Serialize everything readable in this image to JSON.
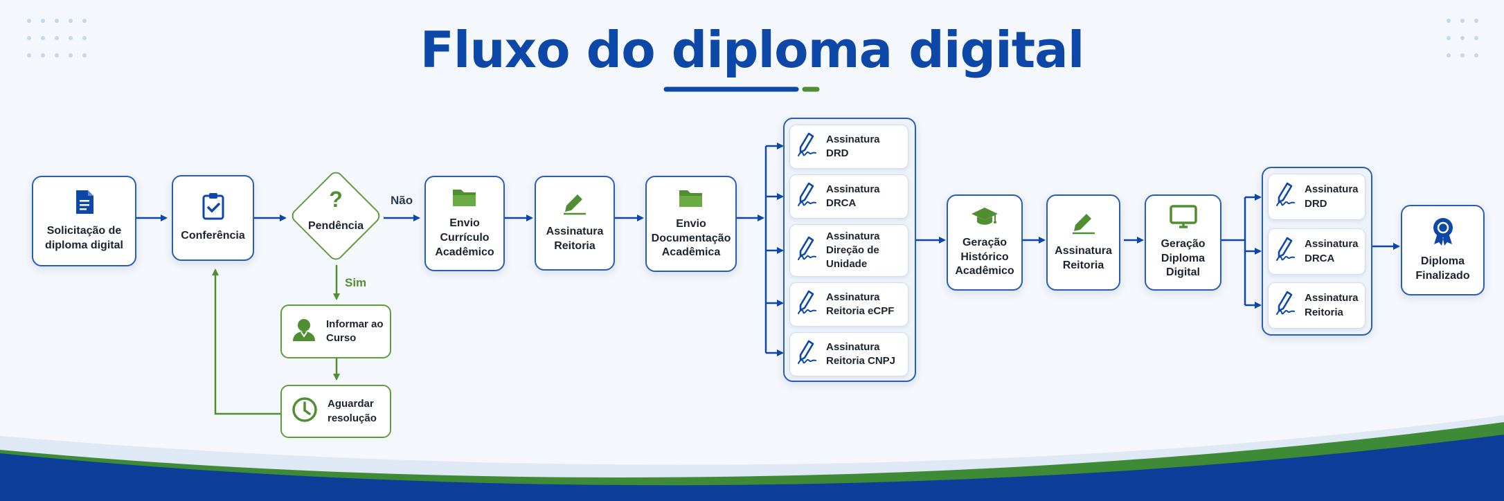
{
  "title": "Fluxo do diploma digital",
  "colors": {
    "blue": "#0d47a8",
    "node_border": "#2a5cb8",
    "green": "#5e9c3f",
    "bg": "#f4f7fb"
  },
  "nodes": {
    "solicitacao": {
      "label": "Solicitação de\ndiploma digital",
      "icon": "document-icon"
    },
    "conferencia": {
      "label": "Conferência",
      "icon": "clipboard-check-icon"
    },
    "pendencia": {
      "label": "Pendência",
      "icon": "question-icon"
    },
    "envio_curriculo": {
      "label": "Envio\nCurrículo\nAcadêmico",
      "icon": "folder-icon"
    },
    "assinatura_reitoria_1": {
      "label": "Assinatura\nReitoria",
      "icon": "pen-icon"
    },
    "envio_documentacao": {
      "label": "Envio\nDocumentação\nAcadêmica",
      "icon": "folder-icon"
    },
    "geracao_historico": {
      "label": "Geração\nHistórico\nAcadêmico",
      "icon": "graduation-cap-icon"
    },
    "assinatura_reitoria_2": {
      "label": "Assinatura\nReitoria",
      "icon": "pen-icon"
    },
    "geracao_diploma": {
      "label": "Geração\nDiploma\nDigital",
      "icon": "monitor-icon"
    },
    "diploma_finalizado": {
      "label": "Diploma\nFinalizado",
      "icon": "award-ribbon-icon"
    },
    "informar_curso": {
      "label": "Informar ao\nCurso",
      "icon": "person-icon"
    },
    "aguardar_resolucao": {
      "label": "Aguardar\nresolução",
      "icon": "clock-icon"
    }
  },
  "group1": [
    {
      "label": "Assinatura\nDRD",
      "icon": "signature-pen-icon"
    },
    {
      "label": "Assinatura\nDRCA",
      "icon": "signature-pen-icon"
    },
    {
      "label": "Assinatura\nDireção de\nUnidade",
      "icon": "signature-pen-icon"
    },
    {
      "label": "Assinatura\nReitoria eCPF",
      "icon": "signature-pen-icon"
    },
    {
      "label": "Assinatura\nReitoria CNPJ",
      "icon": "signature-pen-icon"
    }
  ],
  "group2": [
    {
      "label": "Assinatura\nDRD",
      "icon": "signature-pen-icon"
    },
    {
      "label": "Assinatura\nDRCA",
      "icon": "signature-pen-icon"
    },
    {
      "label": "Assinatura\nReitoria",
      "icon": "signature-pen-icon"
    }
  ],
  "edge_labels": {
    "nao": "Não",
    "sim": "Sim"
  }
}
